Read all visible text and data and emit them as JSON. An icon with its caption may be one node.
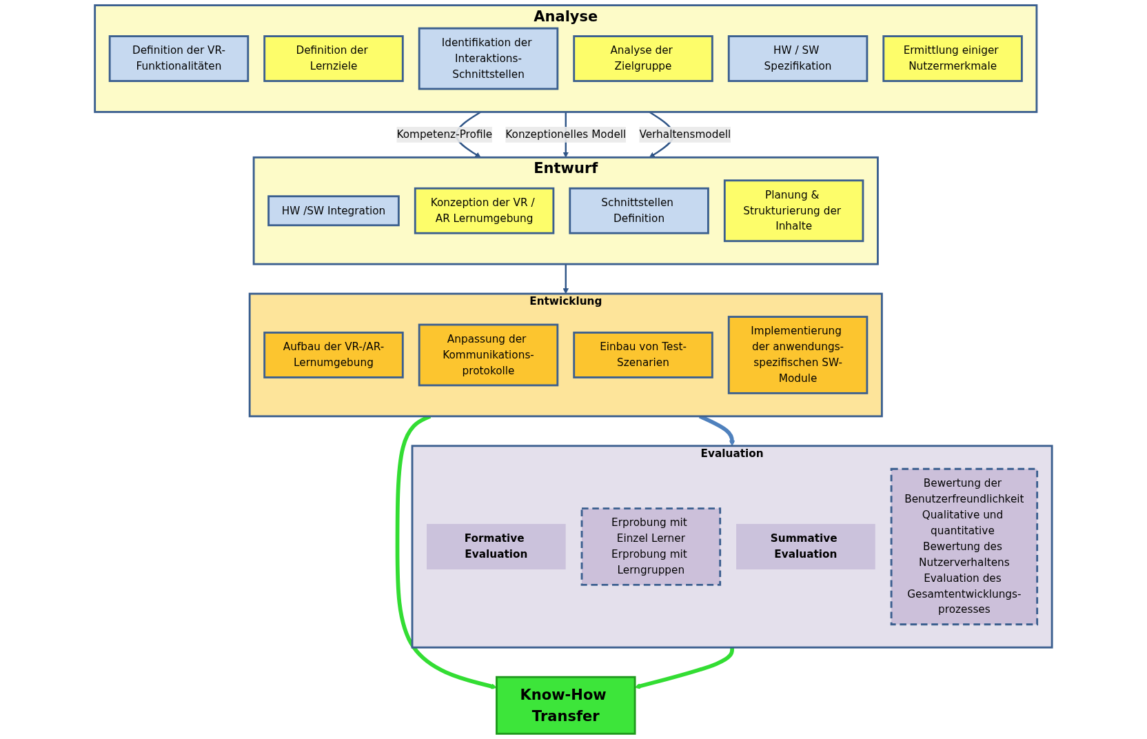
{
  "diagram": {
    "nodes": [
      {
        "text": [
          "Analyse"
        ]
      },
      {
        "text": [
          "Definition der VR-Funktionalitäten"
        ],
        "in": 0
      },
      {
        "text": [
          "Definition der Lernziele"
        ],
        "in": 0
      },
      {
        "text": [
          "Identifikation der Interaktions-Schnittstellen"
        ],
        "in": 0
      },
      {
        "text": [
          "Analyse der Zielgruppe"
        ],
        "in": 0
      },
      {
        "text": [
          "HW / SW Spezifikation"
        ],
        "in": 0
      },
      {
        "text": [
          "Ermittlung einiger Nutzermerkmale"
        ],
        "in": 0
      },
      {
        "text": [
          "Entwurf"
        ]
      },
      {
        "text": [
          "HW /SW Integration"
        ],
        "in": 7
      },
      {
        "text": [
          "Konzeption der VR / AR Lernumgebung"
        ],
        "in": 7
      },
      {
        "text": [
          "Schnittstellen Definition"
        ],
        "in": 7
      },
      {
        "text": [
          "Planung & Strukturierung der Inhalte"
        ],
        "in": 7
      },
      {
        "text": [
          "Entwicklung"
        ]
      },
      {
        "text": [
          "Aufbau der VR-/AR-Lernumgebung"
        ],
        "in": 12
      },
      {
        "text": [
          "Anpassung der Kommunikations-protokolle"
        ],
        "in": 12
      },
      {
        "text": [
          "Einbau von Test-Szenarien"
        ],
        "in": 12
      },
      {
        "text": [
          "Implementierung der anwendungs-spezifischen SW-Module"
        ],
        "in": 12
      },
      {
        "text": [
          "Know-How Transfer"
        ]
      },
      {
        "text": [
          "Evaluation"
        ]
      },
      {
        "text": [
          "Formative Evaluation"
        ],
        "in": 18
      },
      {
        "text": [
          "Erprobung mit Einzel Lerner",
          "Erprobung mit Lerngruppen"
        ],
        "in": 18
      },
      {
        "text": [
          "Summative Evaluation"
        ],
        "in": 18
      },
      {
        "text": [
          "Bewertung der Benutzerfreundlichkeit",
          "Qualitative und quantitative Bewertung des Nutzerverhaltens",
          "Evaluation des Gesamtentwicklungs-prozesses"
        ],
        "in": 18
      }
    ],
    "edges": [
      {
        "from": 0,
        "to": 7,
        "arrow": "to",
        "label": "Kompetenz-Profile"
      },
      {
        "from": 0,
        "to": 7,
        "arrow": "to",
        "label": "Konzeptionelles Modell"
      },
      {
        "from": 0,
        "to": 7,
        "arrow": "to",
        "label": "Verhaltensmodell"
      },
      {
        "from": 7,
        "to": 12,
        "arrow": "to"
      },
      {
        "from": 12,
        "to": 18,
        "arrow": "to",
        "style": "thick",
        "color": "#4f81bd"
      },
      {
        "from": 12,
        "to": 17,
        "arrow": "to",
        "style": "thick",
        "color": "#33dd33"
      },
      {
        "from": 18,
        "to": 17,
        "arrow": "to",
        "style": "thick",
        "color": "#33dd33"
      }
    ]
  }
}
